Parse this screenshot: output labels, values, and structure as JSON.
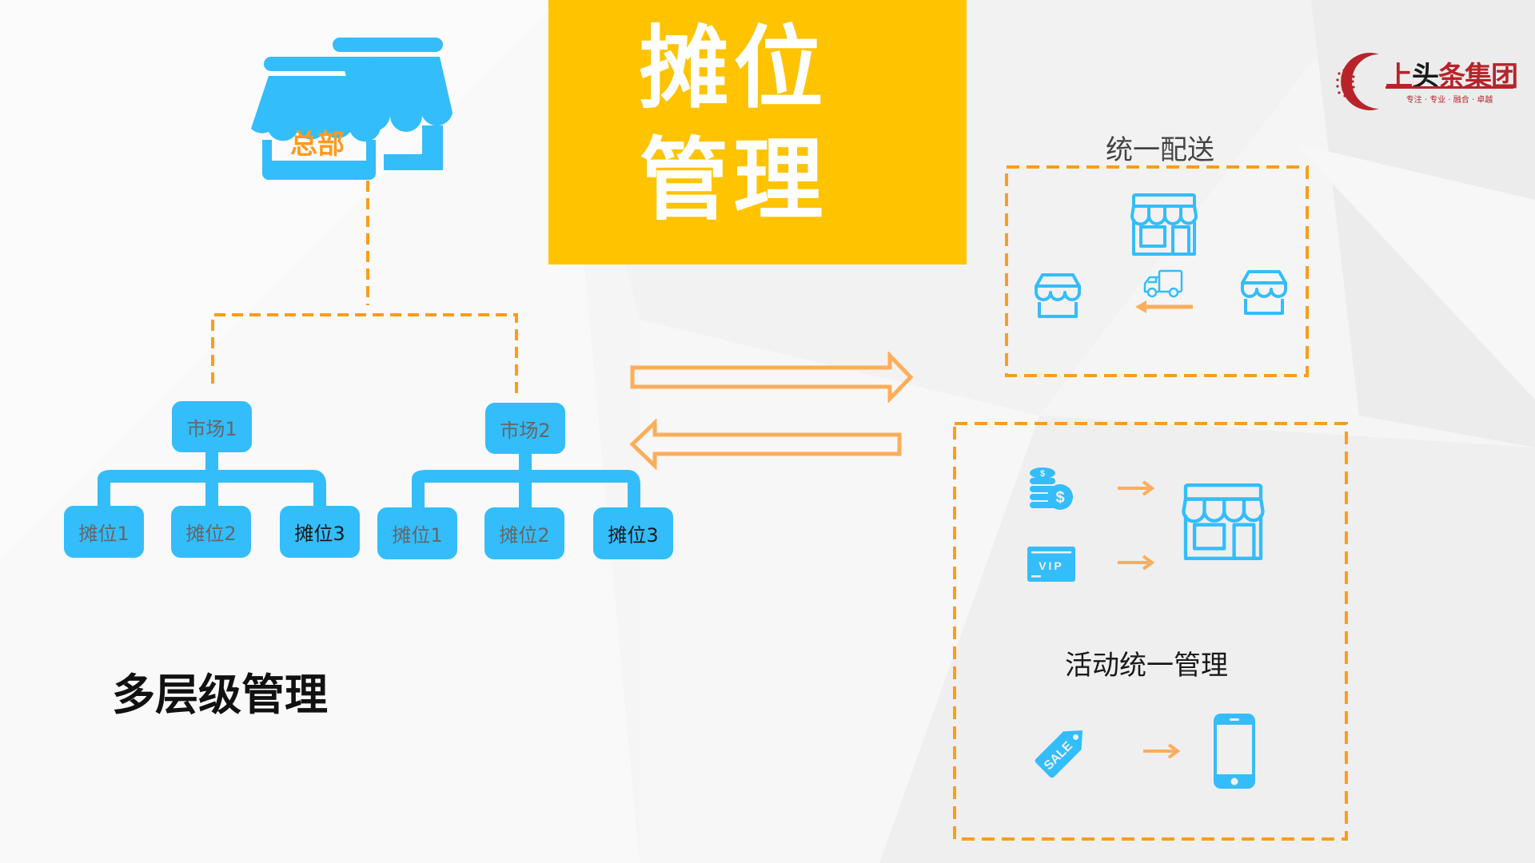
{
  "slide": {
    "title_lines": [
      "摊位",
      "管理"
    ],
    "colors": {
      "accent_yellow": "#ffc300",
      "icon_blue": "#33bdfb",
      "dash_orange": "#ff9c1a",
      "arrow_orange": "#ffad5a",
      "logo_red": "#b8232a"
    }
  },
  "logo": {
    "name_red_1": "上",
    "name_black": "头",
    "name_red_2": "条集团",
    "slogan": "专注 · 专业 · 融合 · 卓越",
    "icon": "logo-mark-icon"
  },
  "hierarchy": {
    "headquarters_label": "总部",
    "headquarters_icon": "storefront-double-icon",
    "caption": "多层级管理",
    "markets": [
      {
        "label": "市场1",
        "stalls": [
          "摊位1",
          "摊位2",
          "摊位3"
        ]
      },
      {
        "label": "市场2",
        "stalls": [
          "摊位1",
          "摊位2",
          "摊位3"
        ]
      }
    ]
  },
  "exchange_arrows": {
    "top": "right-arrow-outline-icon",
    "bottom": "left-arrow-outline-icon"
  },
  "delivery_panel": {
    "title": "统一配送",
    "icons": [
      "storefront-icon",
      "small-store-icon",
      "delivery-truck-icon",
      "small-store-icon",
      "arrow-left-icon"
    ]
  },
  "activity_panel": {
    "title": "活动统一管理",
    "rows": [
      {
        "from": "coins-icon",
        "to": "storefront-icon"
      },
      {
        "from": "vip-card-icon",
        "to": "storefront-icon"
      },
      {
        "from": "sale-tag-icon",
        "to": "smartphone-icon"
      }
    ],
    "vip_text": "VIP",
    "sale_text": "SALE"
  }
}
